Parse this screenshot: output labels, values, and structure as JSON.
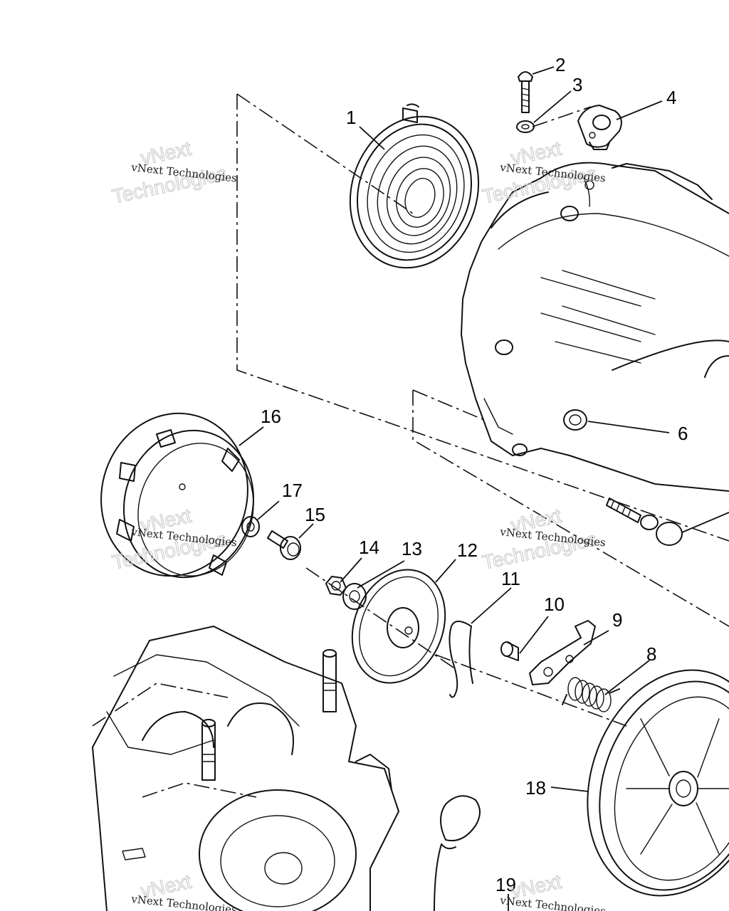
{
  "callouts": {
    "c1": "1",
    "c2": "2",
    "c3": "3",
    "c4": "4",
    "c6": "6",
    "c8": "8",
    "c9": "9",
    "c10": "10",
    "c11": "11",
    "c12": "12",
    "c13": "13",
    "c14": "14",
    "c15": "15",
    "c16": "16",
    "c17": "17",
    "c18": "18",
    "c19": "19"
  },
  "watermark": {
    "line1": "vNext Technologies",
    "big_a": "vNext",
    "big_b": "Technologies"
  }
}
